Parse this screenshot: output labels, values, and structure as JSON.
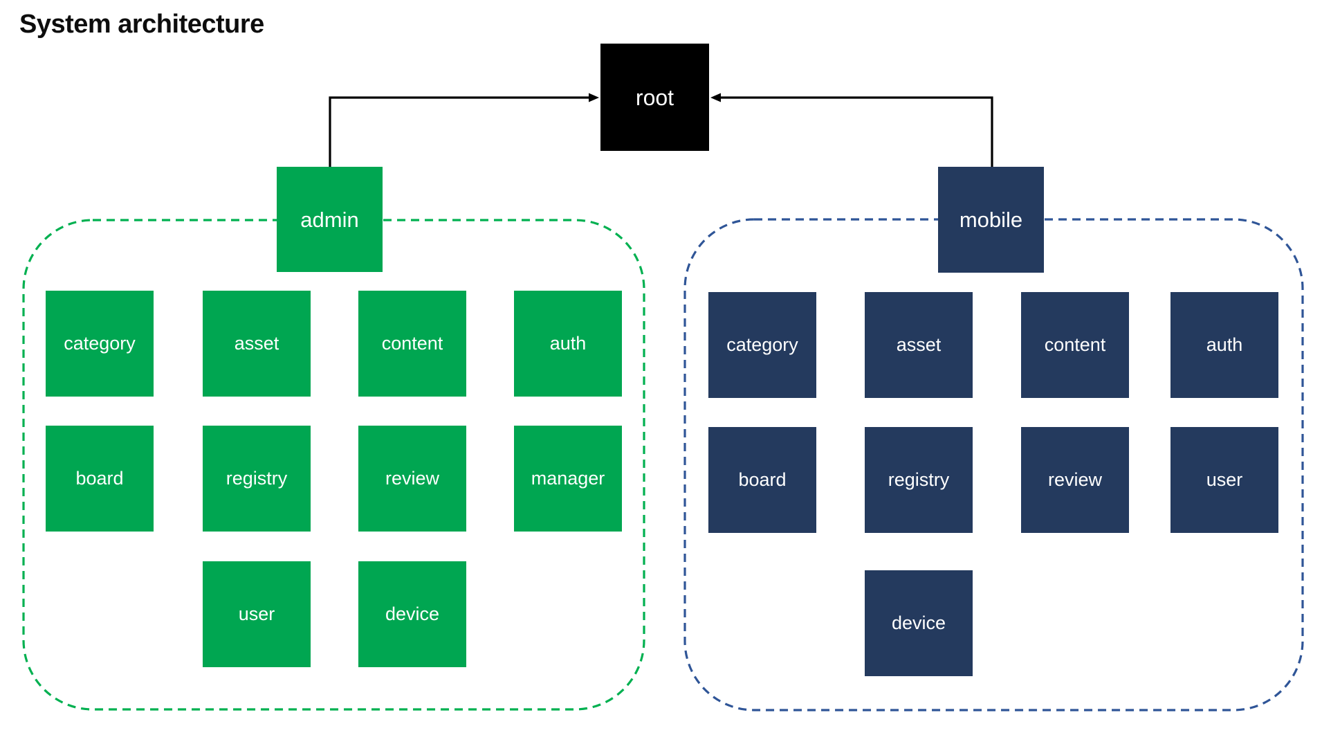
{
  "title": "System architecture",
  "root": {
    "label": "root"
  },
  "admin": {
    "label": "admin",
    "rows": [
      [
        "category",
        "asset",
        "content",
        "auth"
      ],
      [
        "board",
        "registry",
        "review",
        "manager"
      ],
      [
        "",
        "user",
        "device",
        ""
      ]
    ]
  },
  "mobile": {
    "label": "mobile",
    "rows": [
      [
        "category",
        "asset",
        "content",
        "auth"
      ],
      [
        "board",
        "registry",
        "review",
        "user"
      ],
      [
        "",
        "device",
        "",
        ""
      ]
    ]
  },
  "colors": {
    "root_fill": "#000000",
    "admin_fill": "#00A651",
    "admin_dash": "#00B050",
    "mobile_fill": "#243A5E",
    "mobile_dash": "#2F5597",
    "connector": "#000000",
    "title_color": "#0d0d0d"
  }
}
